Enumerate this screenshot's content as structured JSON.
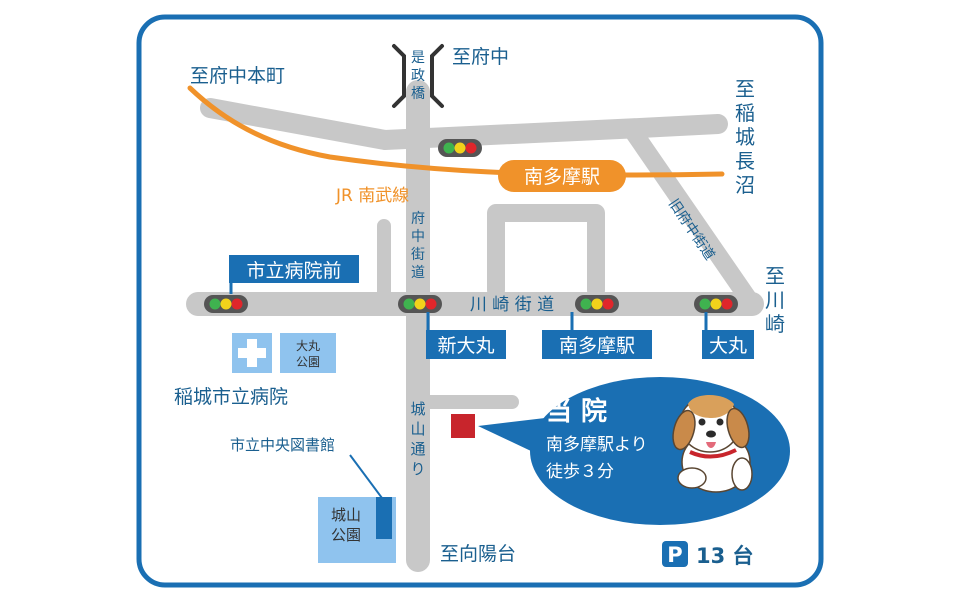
{
  "destinations": {
    "fuchu": "至府中",
    "fuchu_honmachi": "至府中本町",
    "inagi_naganuma": [
      "至",
      "稲",
      "城",
      "長",
      "沼"
    ],
    "kawasaki": [
      "至",
      "川",
      "崎"
    ],
    "mukaiyodai": "至向陽台"
  },
  "bridge": [
    "是",
    "政",
    "橋"
  ],
  "railway": {
    "name": "JR 南武線",
    "station": "南多摩駅"
  },
  "roads": {
    "fuchu_kaido": [
      "府",
      "中",
      "街",
      "道"
    ],
    "kawasaki_kaido": "川 崎 街 道",
    "kyu_fuchu_kaido": "旧府中街道",
    "shiroyama_dori": [
      "城",
      "山",
      "通",
      "り"
    ]
  },
  "signals": {
    "shiritsu_byoin_mae": "市立病院前",
    "shin_omaru": "新大丸",
    "minamitama_eki": "南多摩駅",
    "omaru": "大丸"
  },
  "facilities": {
    "omaru_koen": [
      "大丸",
      "公園"
    ],
    "hospital": "稲城市立病院",
    "library": "市立中央図書館",
    "shiroyama_koen": [
      "城山",
      "公園"
    ]
  },
  "clinic": {
    "title": "当 院",
    "line1": "南多摩駅より",
    "line2": "徒歩３分"
  },
  "parking": {
    "icon": "P",
    "count": "13 台"
  },
  "colors": {
    "frame": "#1a6fb3",
    "road": "#c8c8c8",
    "rail": "#f0922a",
    "label_blue": "#1a6fb3",
    "text_blue": "#1a5f8f",
    "clinic_marker": "#c8252c",
    "park": "#8fc3ee"
  },
  "icons": {
    "hospital": "cross-icon",
    "signal": "traffic-light-icon",
    "mascot": "dog-illustration"
  }
}
